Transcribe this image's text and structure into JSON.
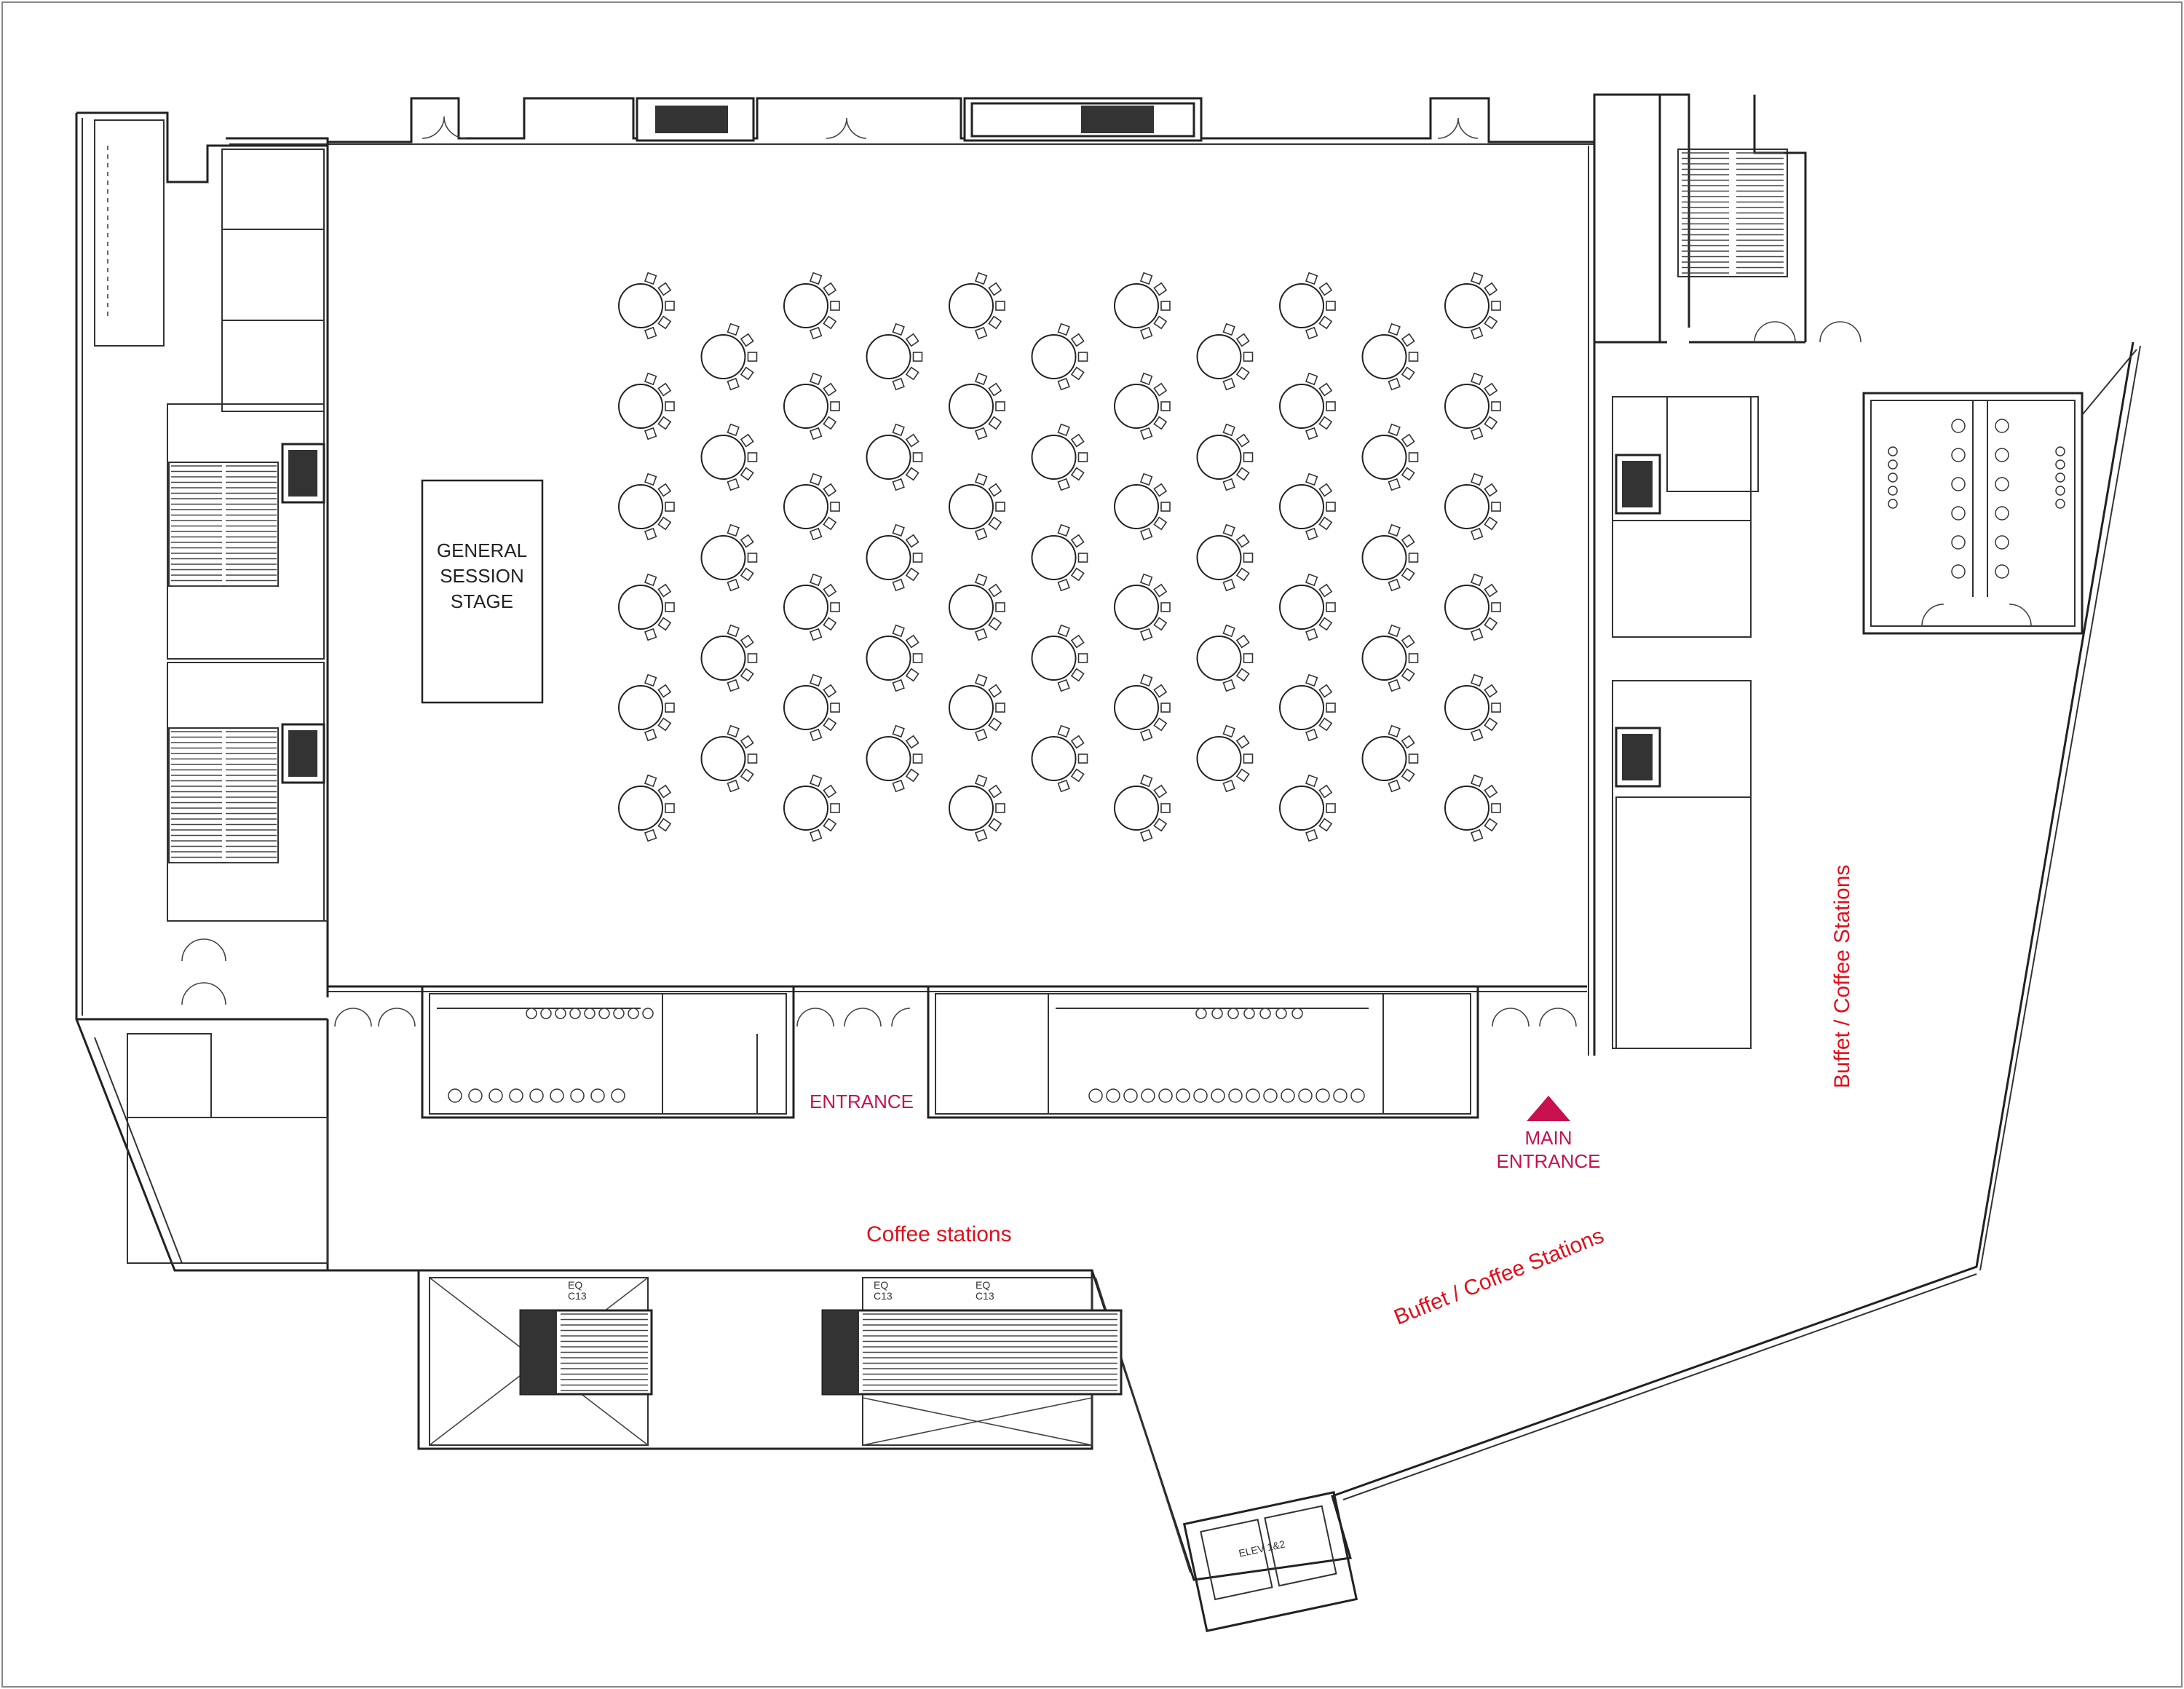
{
  "stage": {
    "lines": [
      "GENERAL",
      "SESSION",
      "STAGE"
    ]
  },
  "labels": {
    "entrance": "ENTRANCE",
    "main_entrance_line1": "MAIN",
    "main_entrance_line2": "ENTRANCE",
    "coffee_stations": "Coffee stations",
    "buffet_diagonal": "Buffet / Coffee Stations",
    "buffet_vertical": "Buffet / Coffee Stations"
  },
  "equipment_tags": {
    "eq": "EQ",
    "c13": "C13",
    "elevator": "ELEV 1&2"
  },
  "colors": {
    "label_red": "#e0101c",
    "entrance_magenta": "#c8104f",
    "wall": "#222222"
  },
  "seating": {
    "layout": "banquet rounds",
    "columns": 11,
    "tables_per_column": [
      6,
      5,
      6,
      5,
      6,
      5,
      6,
      5,
      6,
      5,
      6
    ],
    "chairs_per_table": 5
  }
}
